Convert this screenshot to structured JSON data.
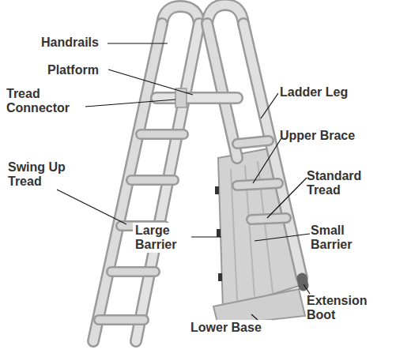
{
  "diagram": {
    "labels": [
      "Handrails",
      "Platform",
      "Tread Connector",
      "Swing Up Tread",
      "Large Barrier",
      "Lower Base",
      "Ladder Leg",
      "Upper Brace",
      "Standard Tread",
      "Small Barrier",
      "Extension Boot"
    ]
  }
}
